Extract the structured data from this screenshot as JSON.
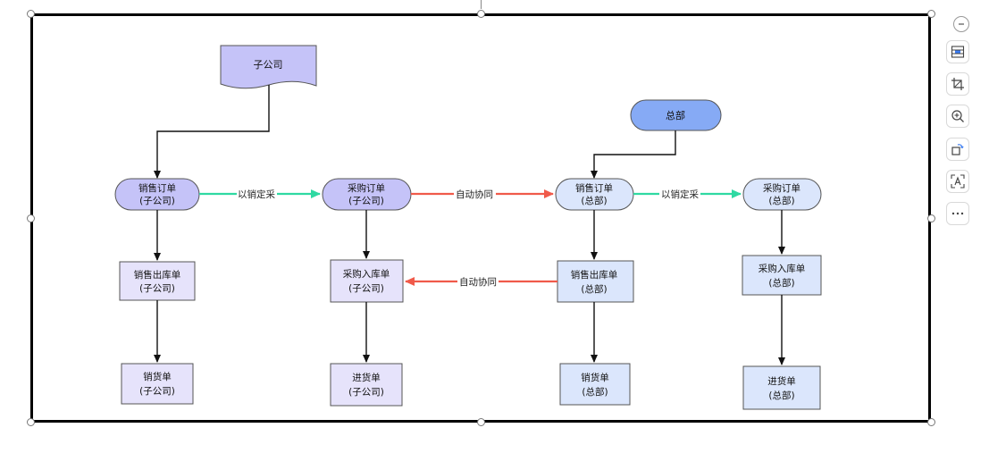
{
  "diagram": {
    "nodes": {
      "subsidiary": "子公司",
      "hq": "总部",
      "so_sub_l1": "销售订单",
      "so_sub_l2": "(子公司)",
      "po_sub_l1": "采购订单",
      "po_sub_l2": "(子公司)",
      "so_hq_l1": "销售订单",
      "so_hq_l2": "(总部)",
      "po_hq_l1": "采购订单",
      "po_hq_l2": "(总部)",
      "sout_sub_l1": "销售出库单",
      "sout_sub_l2": "(子公司)",
      "pin_sub_l1": "采购入库单",
      "pin_sub_l2": "(子公司)",
      "sout_hq_l1": "销售出库单",
      "sout_hq_l2": "(总部)",
      "pin_hq_l1": "采购入库单",
      "pin_hq_l2": "(总部)",
      "sinv_sub_l1": "销货单",
      "sinv_sub_l2": "(子公司)",
      "pinv_sub_l1": "进货单",
      "pinv_sub_l2": "(子公司)",
      "sinv_hq_l1": "销货单",
      "sinv_hq_l2": "(总部)",
      "pinv_hq_l1": "进货单",
      "pinv_hq_l2": "(总部)"
    },
    "edges": {
      "sales_to_purchase_1": "以销定采",
      "auto_sync_1": "自动协同",
      "sales_to_purchase_2": "以销定采",
      "auto_sync_2": "自动协同"
    }
  },
  "colors": {
    "purple_fill": "#c5c3f8",
    "lavender_fill": "#e6e3fb",
    "blue_fill": "#dbe6fc",
    "hq_fill": "#86aaf5",
    "green_arrow": "#2fd9a2",
    "red_arrow": "#f05a4a",
    "stroke": "#555555"
  },
  "toolbar": {
    "collapse": "minus-circle-icon",
    "buttons": [
      "layout-icon",
      "crop-icon",
      "zoom-in-icon",
      "rotate-icon",
      "ocr-text-icon",
      "more-icon"
    ]
  }
}
